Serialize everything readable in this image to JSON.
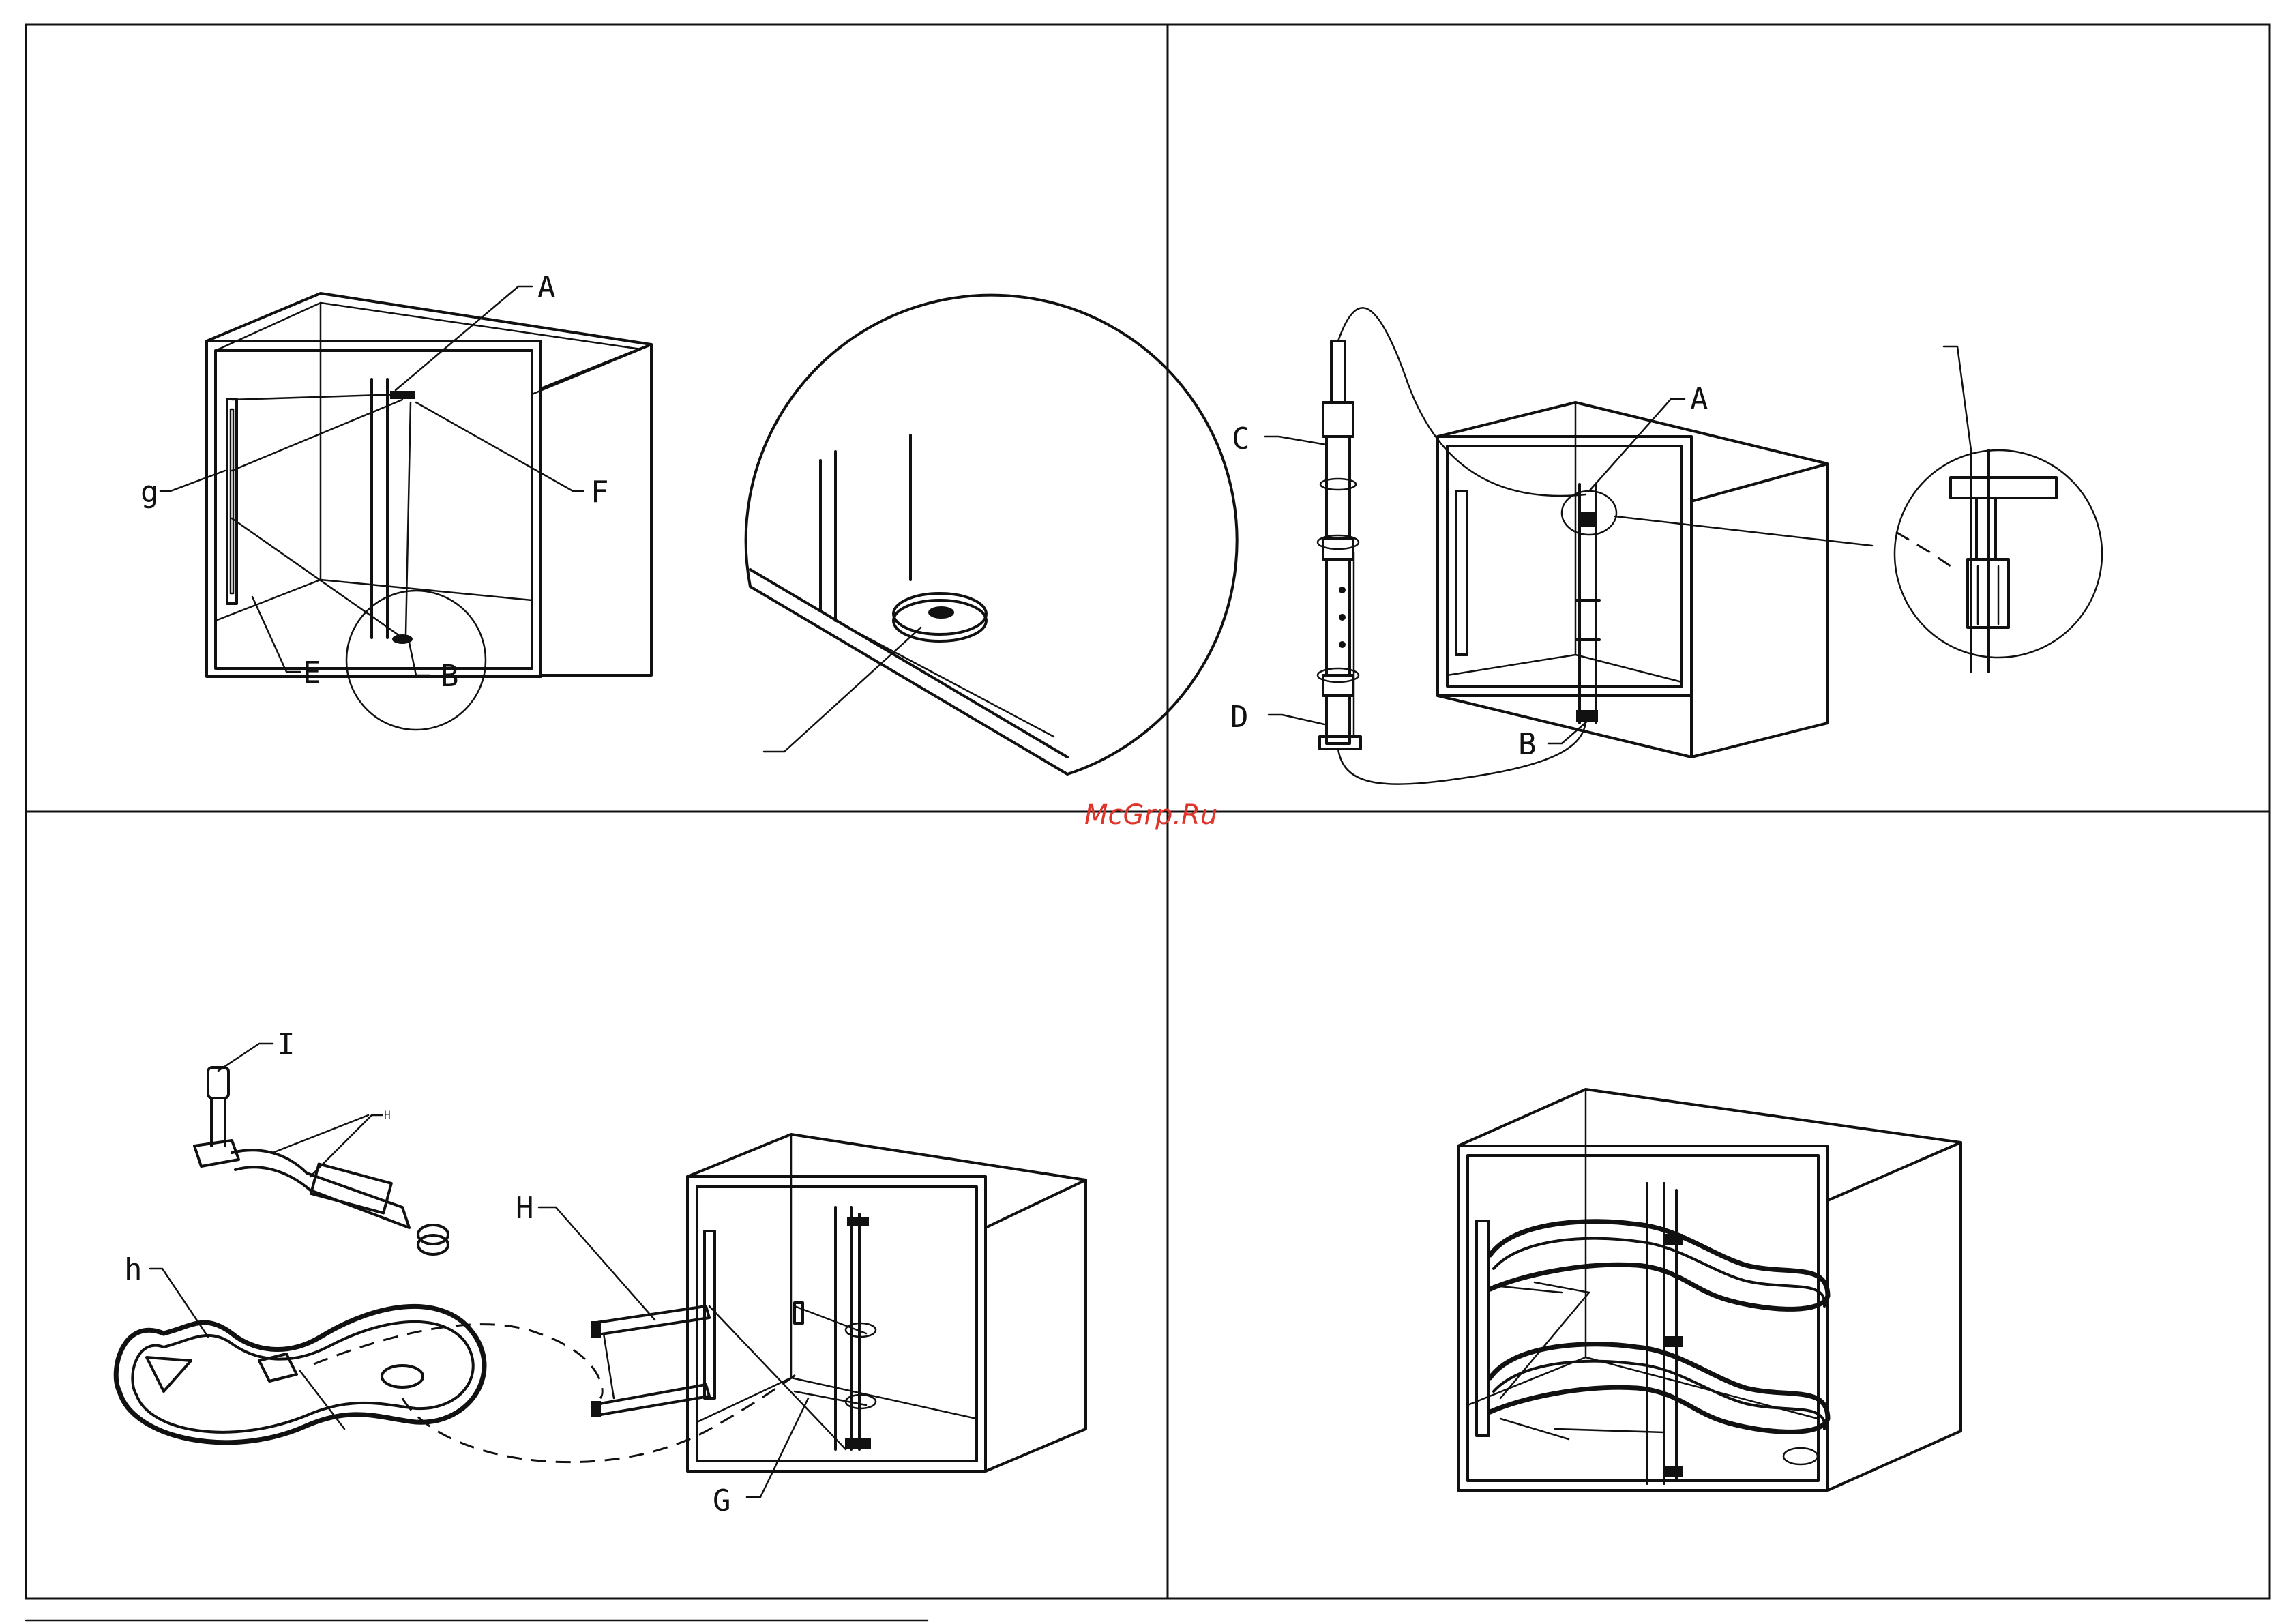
{
  "watermark": "McGrp.Ru",
  "colors": {
    "line": "#111111",
    "watermark": "#e0342b",
    "background": "#ffffff"
  },
  "panels": {
    "step1": {
      "labels": {
        "A": "A",
        "F": "F",
        "g": "g",
        "E": "E",
        "B": "B"
      }
    },
    "step2": {
      "labels": {
        "C": "C",
        "A": "A",
        "D": "D",
        "B": "B"
      }
    },
    "step3": {
      "labels": {
        "I": "I",
        "H_small": "H",
        "H": "H",
        "h": "h",
        "G": "G"
      }
    },
    "step4": {}
  }
}
